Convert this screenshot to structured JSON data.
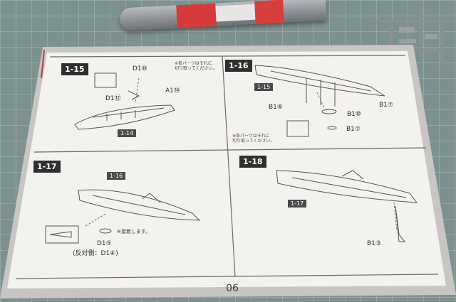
{
  "page_number": "06",
  "steps": [
    {
      "id": "1-15",
      "sub_label": "1-14",
      "callouts": [
        "D1⑩",
        "D1⑫",
        "A1⑭"
      ],
      "note_line1": "※各パーツはそれに",
      "note_line2": "切り取ってください。"
    },
    {
      "id": "1-16",
      "sub_label": "1-15",
      "callouts": [
        "B1⑥",
        "B1⑩",
        "B1⑦",
        "B1⑦"
      ],
      "note_line1": "※各パーツはそれに",
      "note_line2": "切り取ってください。"
    },
    {
      "id": "1-17",
      "sub_label": "1-16",
      "callouts": [
        "D1⑤",
        "(反対側：D1④)"
      ],
      "note_line1": "※接着します。"
    },
    {
      "id": "1-18",
      "sub_label": "1-17",
      "callouts": [
        "B1③"
      ]
    }
  ]
}
